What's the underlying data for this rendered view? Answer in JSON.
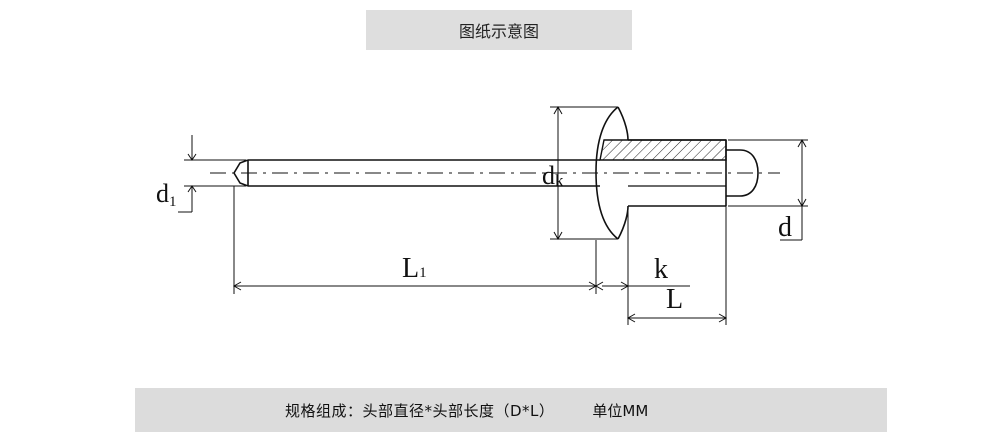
{
  "header": {
    "title": "图纸示意图"
  },
  "diagram": {
    "labels": {
      "d1_main": "d",
      "d1_sub": "1",
      "dk_main": "d",
      "dk_sub": "k",
      "d": "d",
      "L1_main": "L",
      "L1_sub": "1",
      "k": "k",
      "L": "L"
    }
  },
  "footer": {
    "spec": "规格组成：头部直径*头部长度（D*L）",
    "unit": "单位MM"
  }
}
